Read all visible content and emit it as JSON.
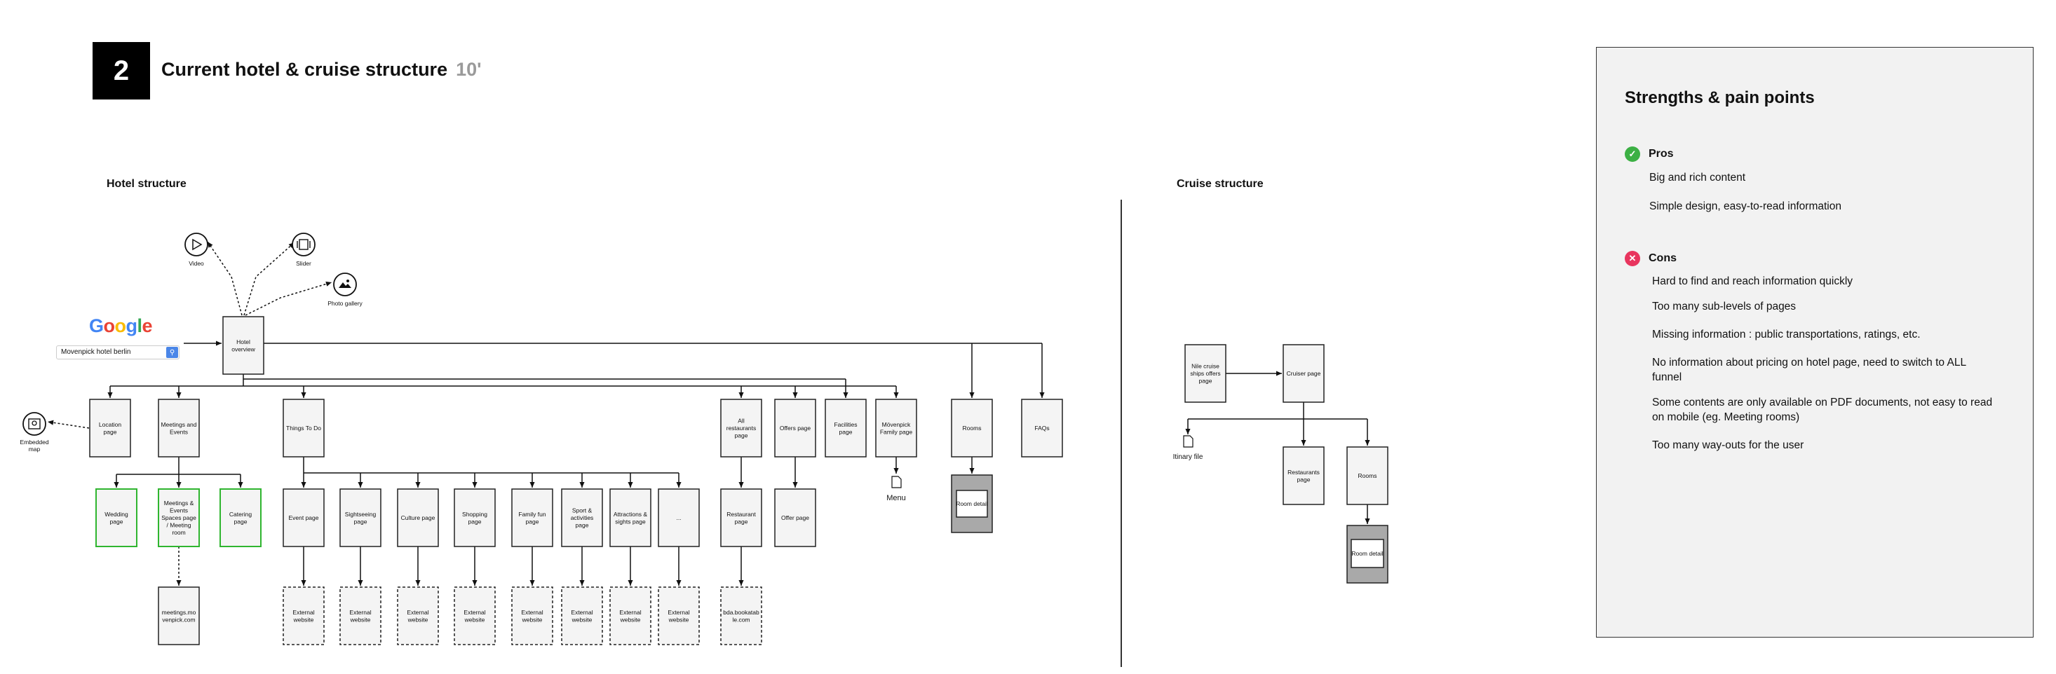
{
  "header": {
    "number": "2",
    "title": "Current hotel & cruise structure",
    "time": "10'"
  },
  "hotel": {
    "section_title": "Hotel structure",
    "google": {
      "logo": [
        "G",
        "o",
        "o",
        "g",
        "l",
        "e"
      ],
      "logo_colors": [
        "#4285F4",
        "#EA4335",
        "#FBBC05",
        "#4285F4",
        "#34A853",
        "#EA4335"
      ],
      "query": "Movenpick hotel berlin",
      "button_icon": "search-icon"
    },
    "media": {
      "video": "Video",
      "slider": "Slider",
      "photo_gallery": "Photo gallery",
      "embedded_map": [
        "Embedded",
        "map"
      ]
    },
    "hotel_overview": [
      "Hotel",
      "overview"
    ],
    "level1": {
      "location": [
        "Location",
        "page"
      ],
      "meetings": [
        "Meetings and",
        "Events"
      ],
      "things": [
        "Things To Do"
      ],
      "restaurants": [
        "All",
        "restaurants",
        "page"
      ],
      "offers": [
        "Offers page"
      ],
      "facilities": [
        "Facilities",
        "page"
      ],
      "family": [
        "Mövenpick",
        "Family page"
      ],
      "rooms": [
        "Rooms"
      ],
      "faqs": [
        "FAQs"
      ]
    },
    "menu_label": "Menu",
    "level2": {
      "wedding": [
        "Wedding",
        "page"
      ],
      "meeting_spaces": [
        "Meetings &",
        "Events",
        "Spaces page",
        "/ Meeting",
        "room"
      ],
      "catering": [
        "Catering",
        "page"
      ],
      "event": [
        "Event page"
      ],
      "sightseeing": [
        "Sightseeing",
        "page"
      ],
      "culture": [
        "Culture page"
      ],
      "shopping": [
        "Shopping",
        "page"
      ],
      "family_fun": [
        "Family fun",
        "page"
      ],
      "sport": [
        "Sport &",
        "activities",
        "page"
      ],
      "attractions": [
        "Attractions &",
        "sights page"
      ],
      "more": [
        "..."
      ],
      "restaurant": [
        "Restaurant",
        "page"
      ],
      "offer": [
        "Offer page"
      ],
      "room_detail": [
        "Room detail"
      ]
    },
    "level3": {
      "meetings_site": [
        "meetings.mo",
        "venpick.com"
      ],
      "external": [
        "External",
        "website"
      ],
      "bda": [
        "bda.bookatab",
        "le.com"
      ]
    }
  },
  "cruise": {
    "section_title": "Cruise structure",
    "nile": [
      "Nile cruise",
      "ships offers",
      "page"
    ],
    "cruiser": [
      "Cruiser page"
    ],
    "itinerary": "Itinary file",
    "restaurants": [
      "Restaurants",
      "page"
    ],
    "rooms": [
      "Rooms"
    ],
    "room_detail": [
      "Room detail"
    ]
  },
  "panel": {
    "title": "Strengths & pain points",
    "pros": {
      "label": "Pros",
      "color": "#3cb044",
      "items": [
        "Big and rich content",
        "Simple design, easy-to-read information"
      ]
    },
    "cons": {
      "label": "Cons",
      "color": "#e8355e",
      "items": [
        "Hard to find and reach information quickly",
        "Too many sub-levels of pages",
        "Missing information : public transportations, ratings, etc.",
        "No information about pricing on hotel page, need to switch to ALL funnel",
        "Some contents are only available on PDF documents, not easy to read on mobile (eg. Meeting rooms)",
        "Too many way-outs for the user"
      ]
    }
  }
}
